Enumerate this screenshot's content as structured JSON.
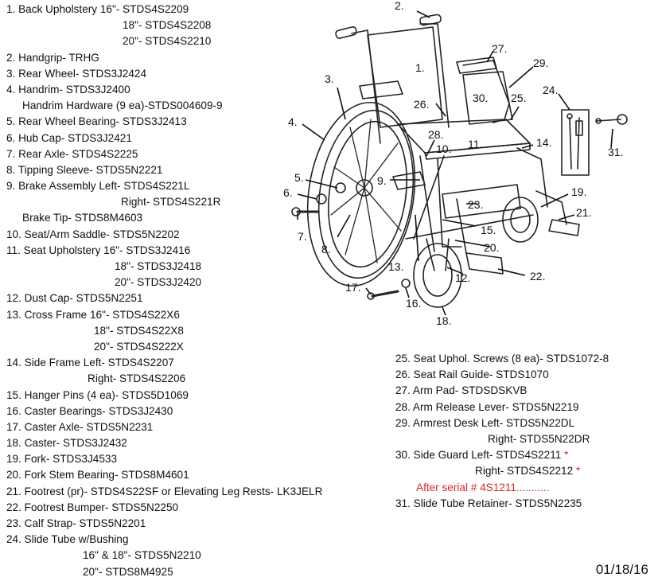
{
  "left_lines": [
    {
      "text": "1. Back Upholstery 16\"- STDS4S2209",
      "indent": 0
    },
    {
      "text": "18\"- STDS4S2208",
      "indent": 146
    },
    {
      "text": "20\"- STDS4S2210",
      "indent": 146
    },
    {
      "text": "2. Handgrip- TRHG",
      "indent": 0
    },
    {
      "text": "3. Rear Wheel- STDS3J2424",
      "indent": 0
    },
    {
      "text": "4. Handrim- STDS3J2400",
      "indent": 0
    },
    {
      "text": "Handrim Hardware (9 ea)-STDS004609-9",
      "indent": 20
    },
    {
      "text": "5. Rear Wheel Bearing- STDS3J2413",
      "indent": 0
    },
    {
      "text": "6. Hub Cap- STDS3J2421",
      "indent": 0
    },
    {
      "text": "7. Rear Axle- STDS4S2225",
      "indent": 0
    },
    {
      "text": "8. Tipping Sleeve- STDS5N2221",
      "indent": 0
    },
    {
      "text": "9. Brake Assembly Left- STDS4S221L",
      "indent": 0
    },
    {
      "text": "Right- STDS4S221R",
      "indent": 144
    },
    {
      "text": "Brake Tip- STDS8M4603",
      "indent": 20
    },
    {
      "text": "10. Seat/Arm Saddle- STDS5N2202",
      "indent": 0
    },
    {
      "text": "11. Seat Upholstery 16\"- STDS3J2416",
      "indent": 0
    },
    {
      "text": "18\"- STDS3J2418",
      "indent": 136
    },
    {
      "text": "20\"- STDS3J2420",
      "indent": 136
    },
    {
      "text": "12. Dust Cap- STDS5N2251",
      "indent": 0
    },
    {
      "text": "13. Cross Frame 16\"- STDS4S22X6",
      "indent": 0
    },
    {
      "text": "18\"- STDS4S22X8",
      "indent": 110
    },
    {
      "text": "20\"- STDS4S222X",
      "indent": 110
    },
    {
      "text": "14. Side Frame Left- STDS4S2207",
      "indent": 0
    },
    {
      "text": "Right- STDS4S2206",
      "indent": 102
    },
    {
      "text": "15. Hanger Pins (4 ea)- STDS5D1069",
      "indent": 0
    },
    {
      "text": "16. Caster Bearings- STDS3J2430",
      "indent": 0
    },
    {
      "text": "17. Caster Axle- STDS5N2231",
      "indent": 0
    },
    {
      "text": "18. Caster- STDS3J2432",
      "indent": 0
    },
    {
      "text": "19. Fork- STDS3J4533",
      "indent": 0
    },
    {
      "text": "20. Fork Stem Bearing- STDS8M4601",
      "indent": 0
    },
    {
      "text": "21. Footrest (pr)- STDS4S22SF or Elevating Leg Rests- LK3JELR",
      "indent": 0
    },
    {
      "text": "22. Footrest Bumper- STDS5N2250",
      "indent": 0
    },
    {
      "text": "23. Calf Strap- STDS5N2201",
      "indent": 0
    },
    {
      "text": "24. Slide Tube w/Bushing",
      "indent": 0
    },
    {
      "text": "16\" & 18\"- STDS5N2210",
      "indent": 96
    },
    {
      "text": "20\"- STDS8M4925",
      "indent": 96
    }
  ],
  "right_lines": [
    {
      "text": "25. Seat Uphol. Screws (8 ea)- STDS1072-8",
      "indent": 0,
      "star": ""
    },
    {
      "text": "26. Seat Rail Guide- STDS1070",
      "indent": 0,
      "star": ""
    },
    {
      "text": "27. Arm Pad- STDSDSKVB",
      "indent": 0,
      "star": ""
    },
    {
      "text": "28. Arm Release Lever- STDS5N2219",
      "indent": 0,
      "star": ""
    },
    {
      "text": "29. Armrest Desk Left- STDS5N22DL",
      "indent": 0,
      "star": ""
    },
    {
      "text": "Right- STDS5N22DR",
      "indent": 116,
      "star": ""
    },
    {
      "text": "30. Side Guard Left- STDS4S2211",
      "indent": 0,
      "star": "*"
    },
    {
      "text": "Right- STDS4S2212",
      "indent": 100,
      "star": "*"
    },
    {
      "text": "After serial # 4S1211...........",
      "indent": 26,
      "star": "",
      "red": true
    },
    {
      "text": "31. Slide Tube Retainer- STDS5N2235",
      "indent": 0,
      "star": ""
    }
  ],
  "date": "01/18/16",
  "callouts": [
    "1.",
    "2.",
    "3.",
    "4.",
    "5.",
    "6.",
    "7.",
    "8.",
    "9.",
    "10.",
    "11.",
    "12.",
    "13.",
    "14.",
    "15.",
    "16.",
    "17.",
    "18.",
    "19.",
    "20.",
    "21.",
    "22.",
    "23.",
    "24.",
    "25.",
    "26.",
    "27.",
    "28.",
    "29.",
    "30.",
    "31."
  ]
}
